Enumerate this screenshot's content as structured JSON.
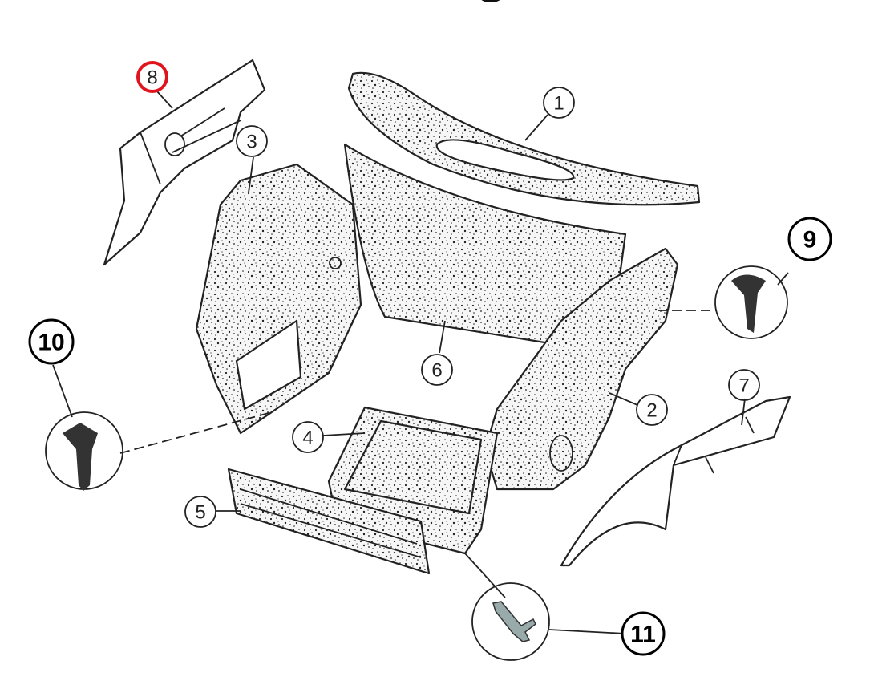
{
  "diagram": {
    "callouts": {
      "c1": "1",
      "c2": "2",
      "c3": "3",
      "c4": "4",
      "c5": "5",
      "c6": "6",
      "c7": "7",
      "c8": "8",
      "c9": "9",
      "c10": "10",
      "c11": "11"
    },
    "highlight_color": "#e0141e",
    "ink_color": "#222222"
  }
}
